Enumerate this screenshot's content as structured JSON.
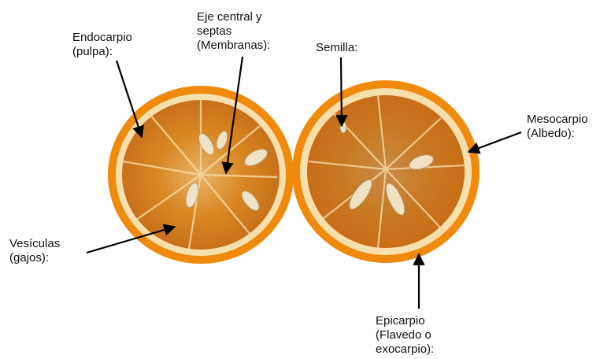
{
  "labels": {
    "endocarpio": {
      "line1": "Endocarpio",
      "line2": "(pulpa):"
    },
    "eje": {
      "line1": "Eje central y",
      "line2": "septas",
      "line3": "(Membranas):"
    },
    "semilla": {
      "line1": "Semilla:"
    },
    "mesocarpio": {
      "line1": "Mesocarpio",
      "line2": "(Albedo):"
    },
    "vesiculas": {
      "line1": "Vesículas",
      "line2": "(gajos):"
    },
    "epicarpio": {
      "line1": "Epicarpio",
      "line2": "(Flavedo o",
      "line3": "exocarpio):"
    }
  },
  "colors": {
    "peel": "#f2930f",
    "albedo": "#f6e2b0",
    "pulp": "#d9821e",
    "pulp_dark": "#b9641a",
    "seed": "#efe6cf",
    "arrow": "#000000"
  }
}
